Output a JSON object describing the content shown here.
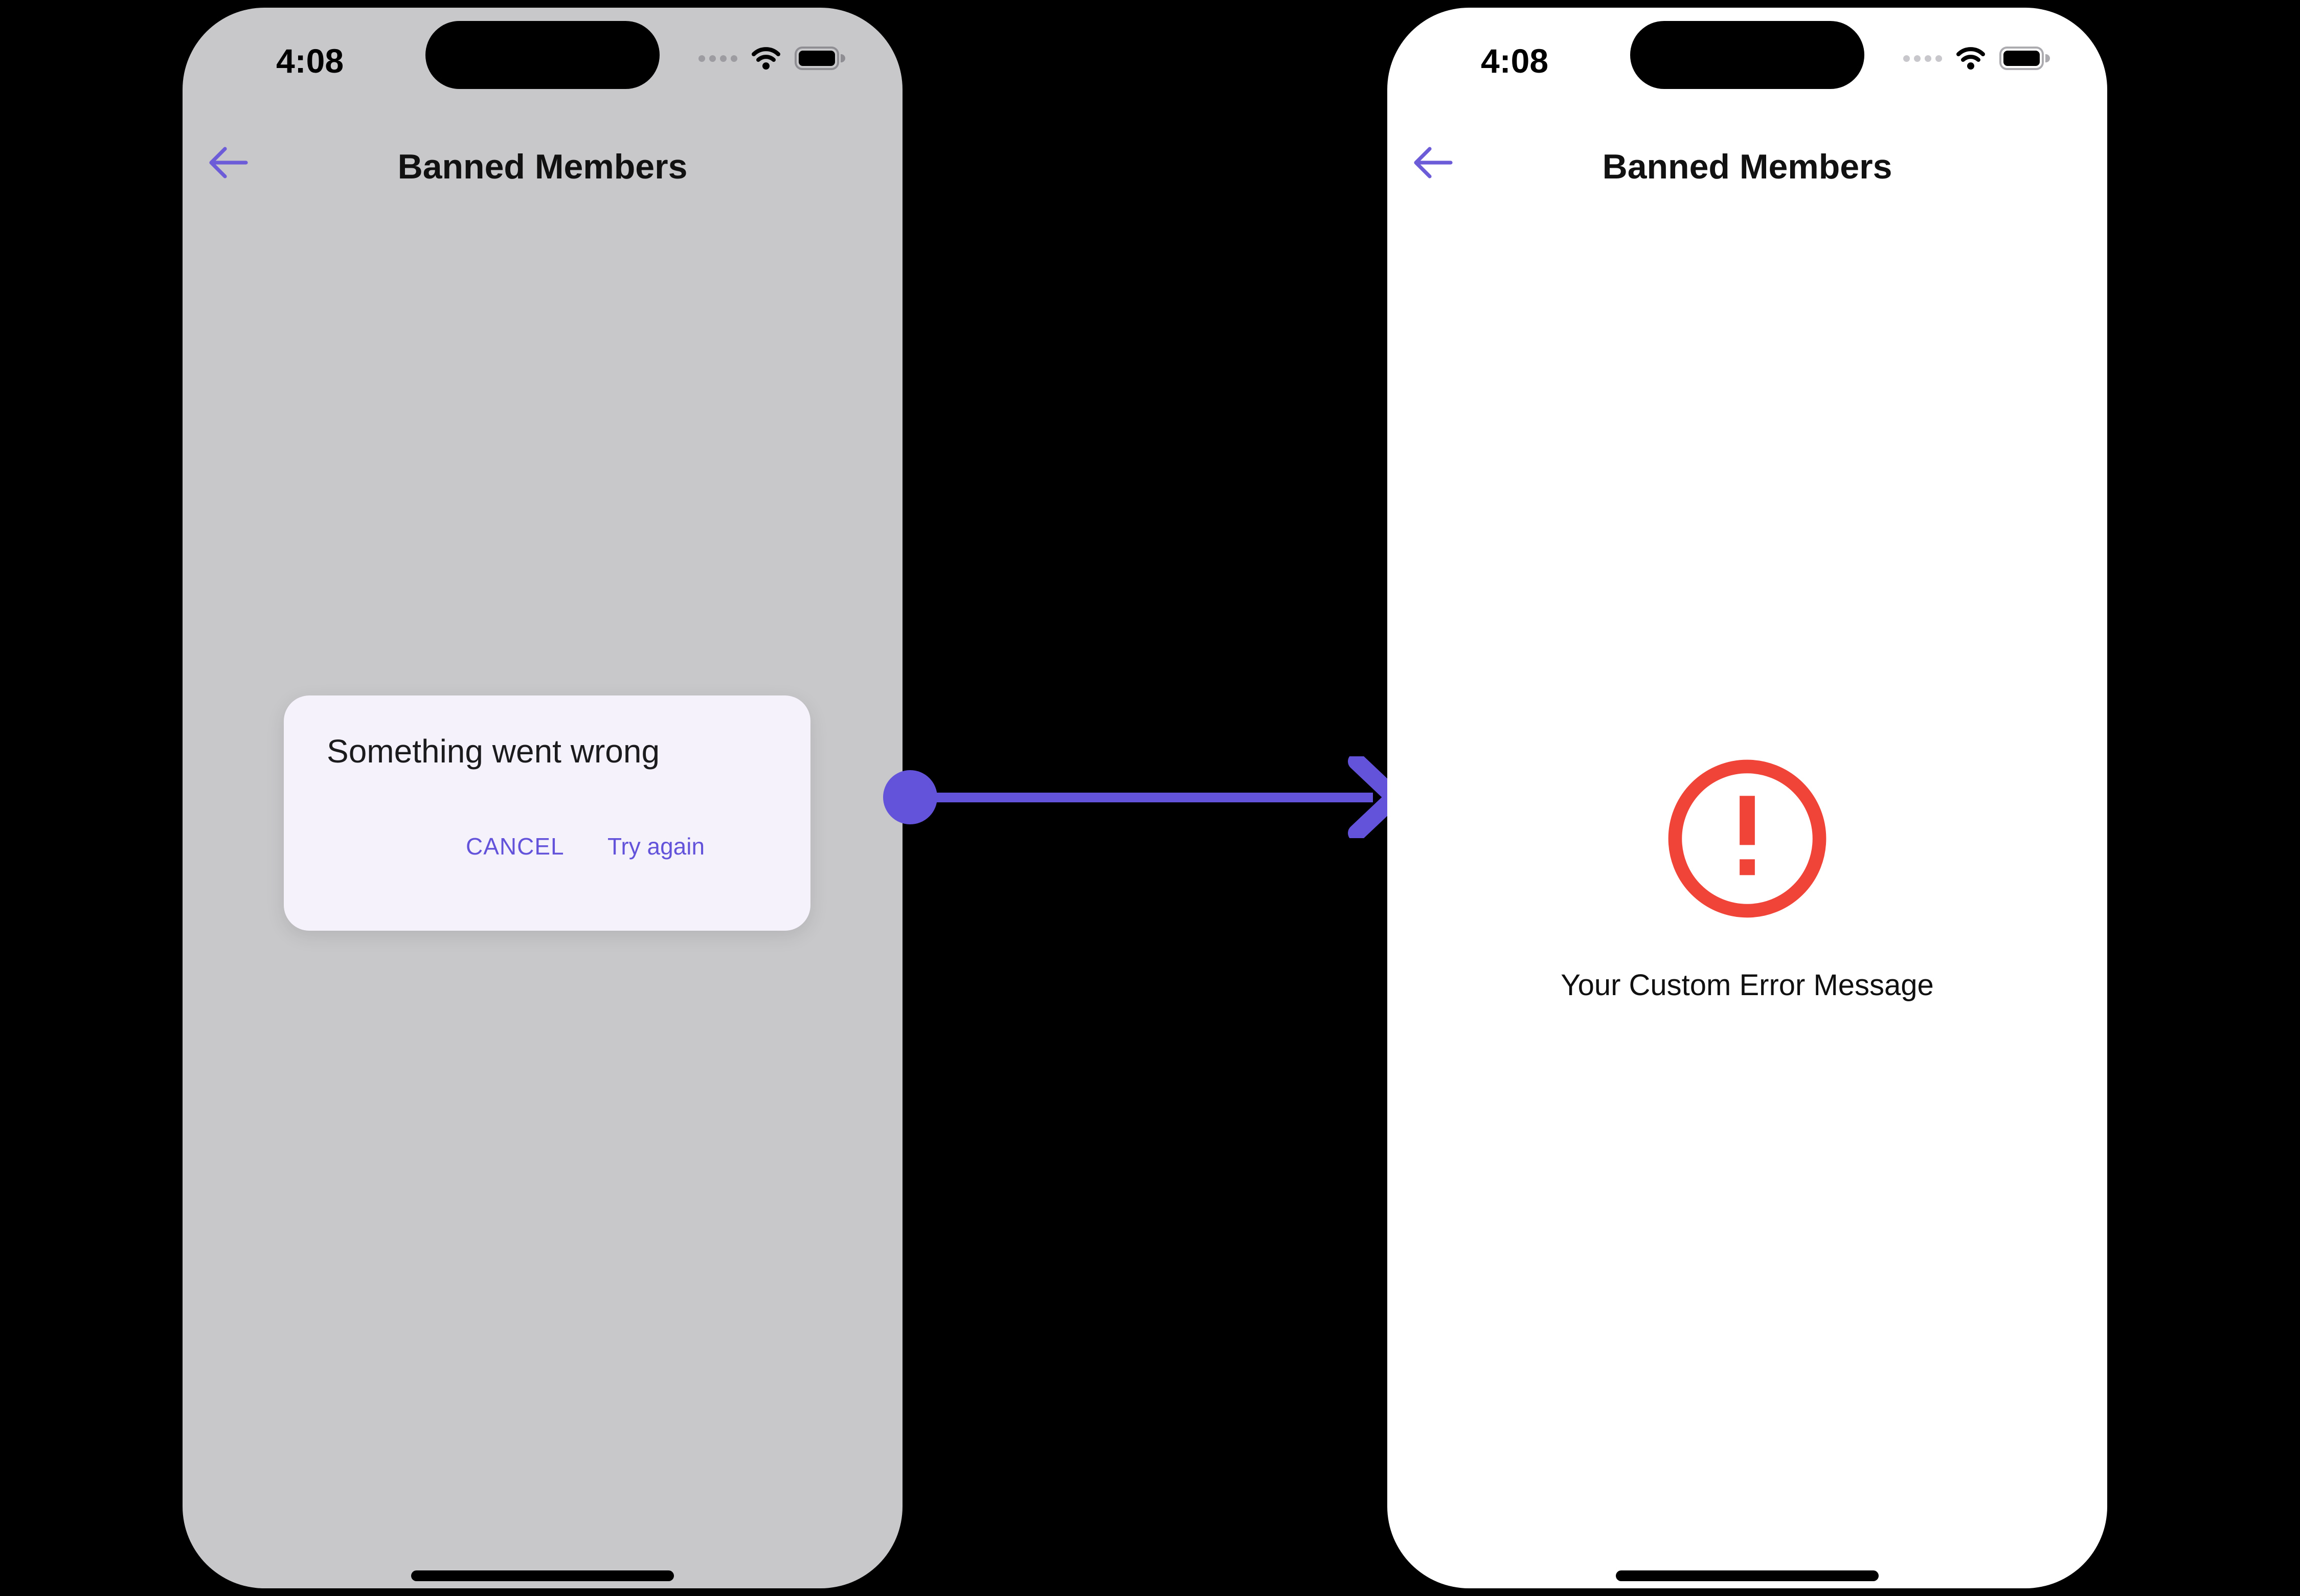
{
  "colors": {
    "accent": "#6353DA",
    "back-arrow": "#6D5CD8",
    "error-red": "#F04438",
    "scrim": "#C8C7CA",
    "dialog-bg": "#F5F2FB",
    "screen-bg": "#FFFFFF",
    "canvas-bg": "#000000"
  },
  "screens": {
    "before": {
      "status_bar": {
        "time": "4:08"
      },
      "header": {
        "title": "Banned Members",
        "back_icon": "back-arrow-icon"
      },
      "dialog": {
        "title": "Something went wrong",
        "actions": {
          "cancel": "CANCEL",
          "try_again": "Try again"
        }
      }
    },
    "after": {
      "status_bar": {
        "time": "4:08"
      },
      "header": {
        "title": "Banned Members",
        "back_icon": "back-arrow-icon"
      },
      "error_state": {
        "icon": "error-exclamation-circle-icon",
        "message": "Your Custom Error Message"
      }
    }
  },
  "transition": {
    "arrow_icon": "flow-arrow-right-icon"
  }
}
